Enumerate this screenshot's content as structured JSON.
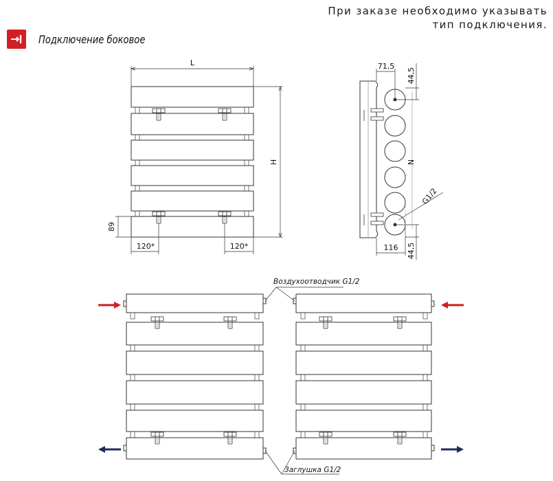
{
  "notice": {
    "line1": "При заказе необходимо указывать",
    "line2": "тип подключения."
  },
  "header": {
    "icon": "side-connection-icon",
    "accent_color": "#d21f26",
    "title": "Подключение боковое"
  },
  "front_view": {
    "width_label": "L",
    "height_label": "H",
    "bottom_offset": "89",
    "left_spacing": "120*",
    "right_spacing": "120*"
  },
  "side_view": {
    "top_depth": "71,5",
    "top_offset": "44,5",
    "bottom_depth": "116",
    "bottom_offset": "44,5",
    "section_label": "N",
    "thread_label": "G1/2"
  },
  "connection_views": {
    "air_vent_label": "Воздухоотводчик G1/2",
    "plug_label": "Заглушка G1/2",
    "supply_color": "#c8201f",
    "return_color": "#1f2a5c"
  }
}
